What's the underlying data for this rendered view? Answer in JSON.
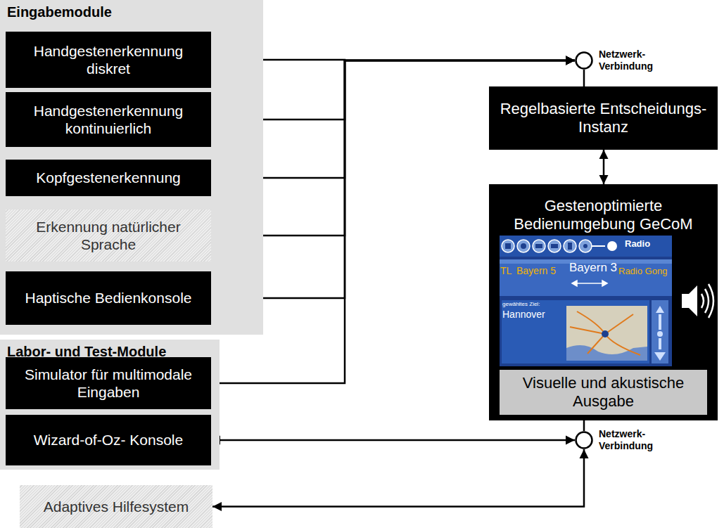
{
  "diagram": {
    "nodes": [
      {
        "text": [
          "Eingabemodule"
        ]
      },
      {
        "text": [
          "Handgestenerkennung diskret"
        ],
        "in": 0
      },
      {
        "text": [
          "Handgestenerkennung kontinuierlich"
        ],
        "in": 0
      },
      {
        "text": [
          "Kopfgestenerkennung"
        ],
        "in": 0
      },
      {
        "text": [
          "Erkennung natürlicher Sprache"
        ],
        "in": 0
      },
      {
        "text": [
          "Haptische Bedienkonsole"
        ],
        "in": 0
      },
      {
        "text": [
          "Labor- und Test-Module"
        ]
      },
      {
        "text": [
          "Simulator für multimodale Eingaben"
        ],
        "in": 6
      },
      {
        "text": [
          "Wizard-of-Oz- Konsole"
        ],
        "in": 6
      },
      {
        "text": [
          "Adaptives Hilfesystem"
        ]
      },
      {
        "text": [
          "Netzwerk- Verbindung"
        ]
      },
      {
        "text": [
          "Regelbasierte Entscheidungs-Instanz"
        ]
      },
      {
        "text": [
          "Gestenoptimierte Bedienumgebung GeCoM"
        ]
      },
      {
        "text": [
          "Visuelle und akustische Ausgabe"
        ],
        "in": 12
      },
      {
        "text": [
          "Netzwerk- Verbindung"
        ]
      }
    ],
    "edges": [
      {
        "from": 1,
        "to": 10,
        "arrow": "to"
      },
      {
        "from": 2,
        "to": 10,
        "arrow": "to"
      },
      {
        "from": 3,
        "to": 10,
        "arrow": "to"
      },
      {
        "from": 4,
        "to": 10,
        "arrow": "to"
      },
      {
        "from": 5,
        "to": 10,
        "arrow": "to"
      },
      {
        "from": 7,
        "to": 10,
        "arrow": "to"
      },
      {
        "from": 10,
        "to": 11,
        "arrow": "none"
      },
      {
        "from": 11,
        "to": 12,
        "arrow": "both"
      },
      {
        "from": 12,
        "to": 14,
        "arrow": "none"
      },
      {
        "from": 8,
        "to": 14,
        "arrow": "both"
      },
      {
        "from": 9,
        "to": 14,
        "arrow": "both"
      }
    ],
    "labels": [
      "Radio",
      "TL",
      "Bayern 5",
      "Bayern 3",
      "Radio Gong",
      "gewähltes Ziel:",
      "Hannover"
    ]
  }
}
